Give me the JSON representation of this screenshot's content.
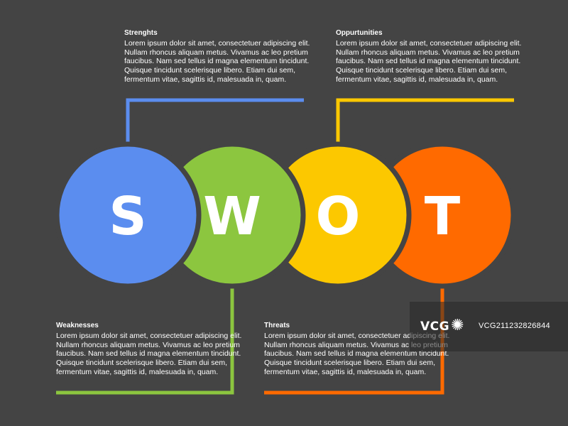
{
  "colors": {
    "background": "#444444",
    "strengths": "#5b8def",
    "weaknesses": "#8cc63f",
    "opportunities": "#fcc800",
    "threats": "#ff6a00"
  },
  "circles": [
    {
      "letter": "S",
      "color": "#5b8def",
      "icon": "circle-s"
    },
    {
      "letter": "W",
      "color": "#8cc63f",
      "icon": "circle-w"
    },
    {
      "letter": "O",
      "color": "#fcc800",
      "icon": "circle-o"
    },
    {
      "letter": "T",
      "color": "#ff6a00",
      "icon": "circle-t"
    }
  ],
  "blocks": {
    "strengths": {
      "title": "Strenghts",
      "body": "Lorem ipsum dolor sit amet, consectetuer adipiscing elit. Nullam rhoncus aliquam metus. Vivamus ac leo pretium faucibus. Nam sed tellus id magna elementum tincidunt. Quisque tincidunt scelerisque libero. Etiam dui sem, fermentum vitae, sagittis id, malesuada in, quam."
    },
    "opportunities": {
      "title": "Oppurtunities",
      "body": "Lorem ipsum dolor sit amet, consectetuer adipiscing elit. Nullam rhoncus aliquam metus. Vivamus ac leo pretium faucibus. Nam sed tellus id magna elementum tincidunt. Quisque tincidunt scelerisque libero. Etiam dui sem, fermentum vitae, sagittis id, malesuada in, quam."
    },
    "weaknesses": {
      "title": "Weaknesses",
      "body": "Lorem ipsum dolor sit amet, consectetuer adipiscing elit. Nullam rhoncus aliquam metus. Vivamus ac leo pretium faucibus. Nam sed tellus id magna elementum tincidunt. Quisque tincidunt scelerisque libero. Etiam dui sem, fermentum vitae, sagittis id, malesuada in, quam."
    },
    "threats": {
      "title": "Threats",
      "body": "Lorem ipsum dolor sit amet, consectetuer adipiscing elit. Nullam rhoncus aliquam metus. Vivamus ac leo pretium faucibus. Nam sed tellus id magna elementum tincidunt. Quisque tincidunt scelerisque libero. Etiam dui sem, fermentum vitae, sagittis id, malesuada in, quam."
    }
  },
  "watermark": {
    "logo": "VCG",
    "code": "VCG211232826844"
  }
}
